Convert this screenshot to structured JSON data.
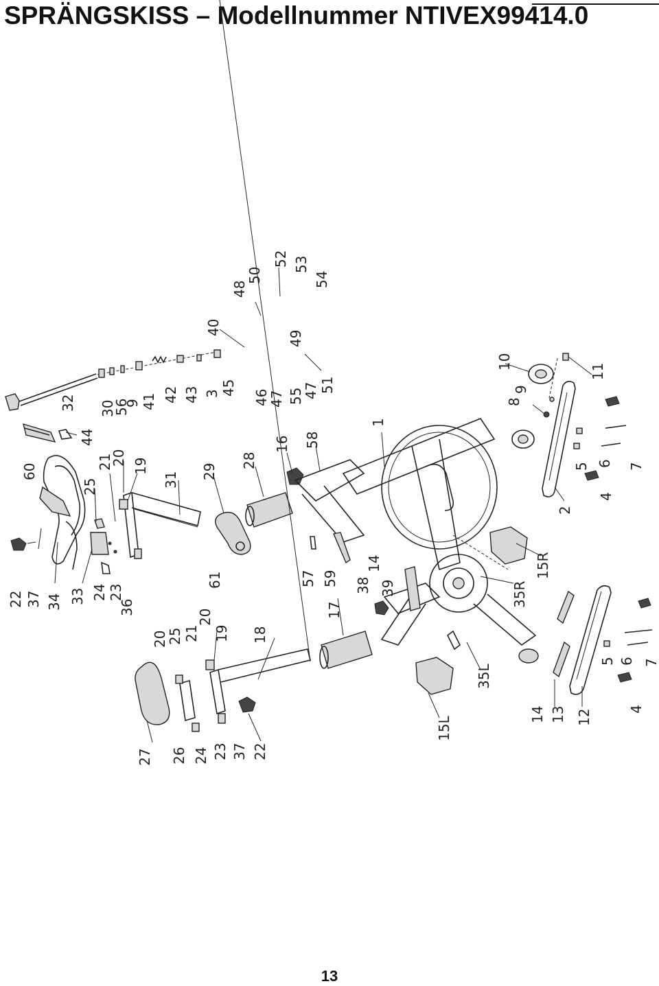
{
  "header": {
    "title": "SPRÄNGSKISS – Modellnummer NTIVEX99414.0"
  },
  "page_number": "13",
  "part_labels": [
    {
      "id": "lbl-22a",
      "text": "22"
    },
    {
      "id": "lbl-37a",
      "text": "37"
    },
    {
      "id": "lbl-34",
      "text": "34"
    },
    {
      "id": "lbl-33",
      "text": "33"
    },
    {
      "id": "lbl-24a",
      "text": "24"
    },
    {
      "id": "lbl-23a",
      "text": "23"
    },
    {
      "id": "lbl-36",
      "text": "36"
    },
    {
      "id": "lbl-60",
      "text": "60"
    },
    {
      "id": "lbl-25a",
      "text": "25"
    },
    {
      "id": "lbl-44",
      "text": "44"
    },
    {
      "id": "lbl-21a",
      "text": "21"
    },
    {
      "id": "lbl-20a",
      "text": "20"
    },
    {
      "id": "lbl-19a",
      "text": "19"
    },
    {
      "id": "lbl-32",
      "text": "32"
    },
    {
      "id": "lbl-30",
      "text": "30"
    },
    {
      "id": "lbl-56",
      "text": "56"
    },
    {
      "id": "lbl-9a",
      "text": "9"
    },
    {
      "id": "lbl-41",
      "text": "41"
    },
    {
      "id": "lbl-42",
      "text": "42"
    },
    {
      "id": "lbl-43",
      "text": "43"
    },
    {
      "id": "lbl-3",
      "text": "3"
    },
    {
      "id": "lbl-45",
      "text": "45"
    },
    {
      "id": "lbl-40",
      "text": "40"
    },
    {
      "id": "lbl-48",
      "text": "48"
    },
    {
      "id": "lbl-50",
      "text": "50"
    },
    {
      "id": "lbl-52",
      "text": "52"
    },
    {
      "id": "lbl-53",
      "text": "53"
    },
    {
      "id": "lbl-54",
      "text": "54"
    },
    {
      "id": "lbl-46",
      "text": "46"
    },
    {
      "id": "lbl-47a",
      "text": "47"
    },
    {
      "id": "lbl-55",
      "text": "55"
    },
    {
      "id": "lbl-49",
      "text": "49"
    },
    {
      "id": "lbl-47b",
      "text": "47"
    },
    {
      "id": "lbl-51",
      "text": "51"
    },
    {
      "id": "lbl-31",
      "text": "31"
    },
    {
      "id": "lbl-29",
      "text": "29"
    },
    {
      "id": "lbl-28",
      "text": "28"
    },
    {
      "id": "lbl-16",
      "text": "16"
    },
    {
      "id": "lbl-58",
      "text": "58"
    },
    {
      "id": "lbl-1",
      "text": "1"
    },
    {
      "id": "lbl-61",
      "text": "61"
    },
    {
      "id": "lbl-57",
      "text": "57"
    },
    {
      "id": "lbl-59",
      "text": "59"
    },
    {
      "id": "lbl-14a",
      "text": "14"
    },
    {
      "id": "lbl-38",
      "text": "38"
    },
    {
      "id": "lbl-39",
      "text": "39"
    },
    {
      "id": "lbl-17",
      "text": "17"
    },
    {
      "id": "lbl-10",
      "text": "10"
    },
    {
      "id": "lbl-11",
      "text": "11"
    },
    {
      "id": "lbl-8",
      "text": "8"
    },
    {
      "id": "lbl-9b",
      "text": "9"
    },
    {
      "id": "lbl-5a",
      "text": "5"
    },
    {
      "id": "lbl-6a",
      "text": "6"
    },
    {
      "id": "lbl-7a",
      "text": "7"
    },
    {
      "id": "lbl-4a",
      "text": "4"
    },
    {
      "id": "lbl-2",
      "text": "2"
    },
    {
      "id": "lbl-15R",
      "text": "15R"
    },
    {
      "id": "lbl-35R",
      "text": "35R"
    },
    {
      "id": "lbl-20b",
      "text": "20"
    },
    {
      "id": "lbl-25b",
      "text": "25"
    },
    {
      "id": "lbl-21b",
      "text": "21"
    },
    {
      "id": "lbl-20c",
      "text": "20"
    },
    {
      "id": "lbl-19b",
      "text": "19"
    },
    {
      "id": "lbl-18",
      "text": "18"
    },
    {
      "id": "lbl-27",
      "text": "27"
    },
    {
      "id": "lbl-26",
      "text": "26"
    },
    {
      "id": "lbl-24b",
      "text": "24"
    },
    {
      "id": "lbl-23b",
      "text": "23"
    },
    {
      "id": "lbl-37b",
      "text": "37"
    },
    {
      "id": "lbl-22b",
      "text": "22"
    },
    {
      "id": "lbl-35L",
      "text": "35L"
    },
    {
      "id": "lbl-15L",
      "text": "15L"
    },
    {
      "id": "lbl-14b",
      "text": "14"
    },
    {
      "id": "lbl-13",
      "text": "13"
    },
    {
      "id": "lbl-12",
      "text": "12"
    },
    {
      "id": "lbl-5b",
      "text": "5"
    },
    {
      "id": "lbl-6b",
      "text": "6"
    },
    {
      "id": "lbl-7b",
      "text": "7"
    },
    {
      "id": "lbl-4b",
      "text": "4"
    }
  ]
}
